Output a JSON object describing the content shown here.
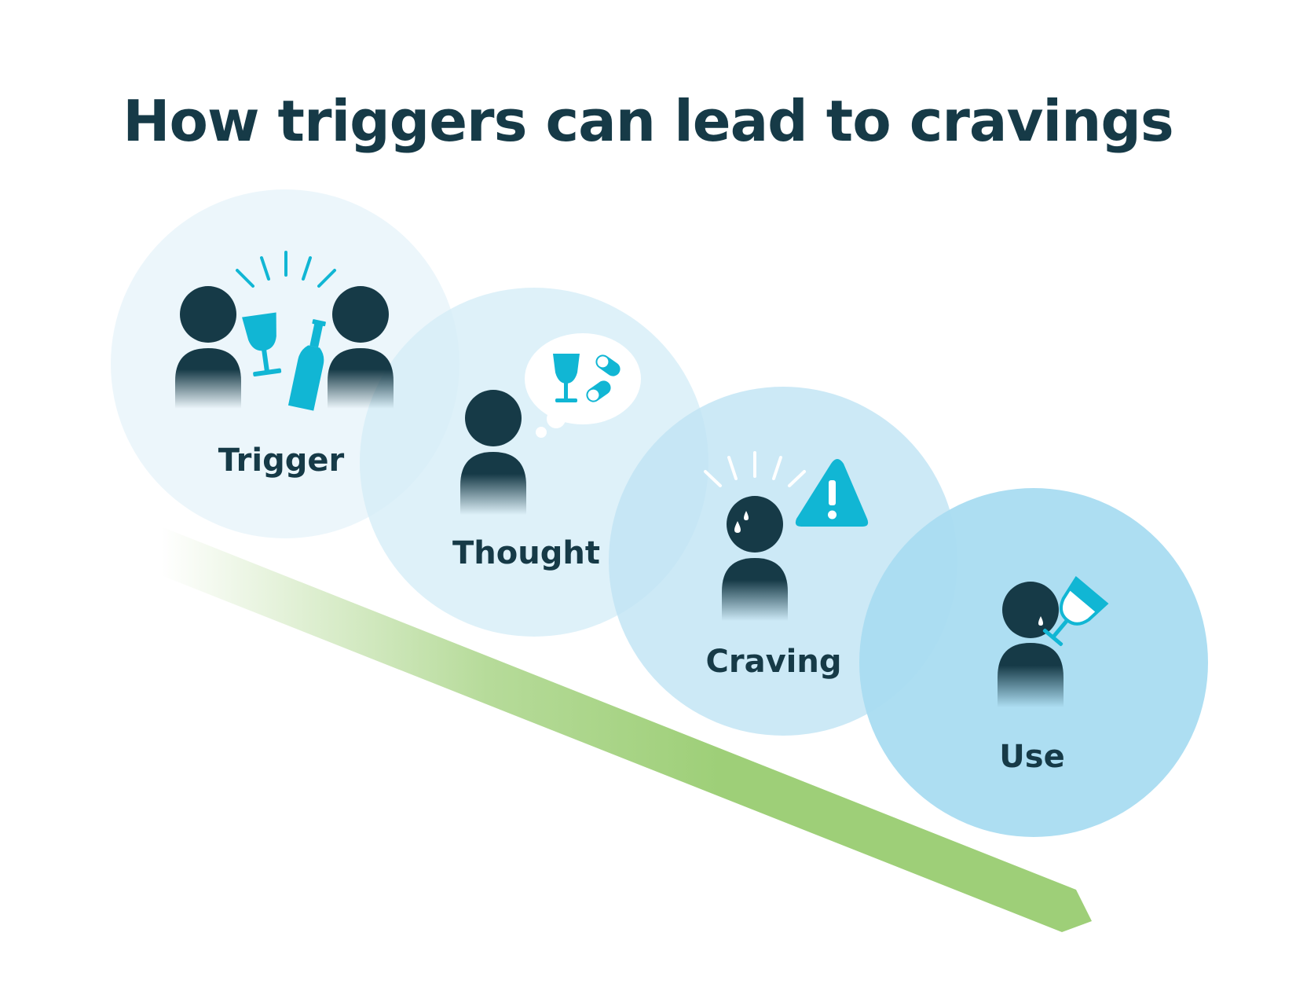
{
  "title": "How triggers can lead to cravings",
  "steps": [
    {
      "label": "Trigger"
    },
    {
      "label": "Thought"
    },
    {
      "label": "Craving"
    },
    {
      "label": "Use"
    }
  ],
  "icons": {
    "trigger": [
      "person-icon",
      "wine-glass-icon",
      "bottle-icon",
      "person-icon",
      "burst-lines-icon"
    ],
    "thought": [
      "person-icon",
      "thought-bubble-icon",
      "wine-glass-icon",
      "pill-icon"
    ],
    "craving": [
      "person-icon",
      "sweat-drop-icon",
      "warning-icon",
      "burst-lines-icon"
    ],
    "use": [
      "person-icon",
      "drinking-glass-icon"
    ]
  },
  "colors": {
    "title": "#163a47",
    "figure": "#163a47",
    "accent": "#11b6d4",
    "circle_1": "#eaf5fb",
    "circle_2": "#d6eef8",
    "circle_3": "#bfe4f4",
    "circle_4": "#a9dcf1",
    "arrow": "#9ecf78"
  }
}
